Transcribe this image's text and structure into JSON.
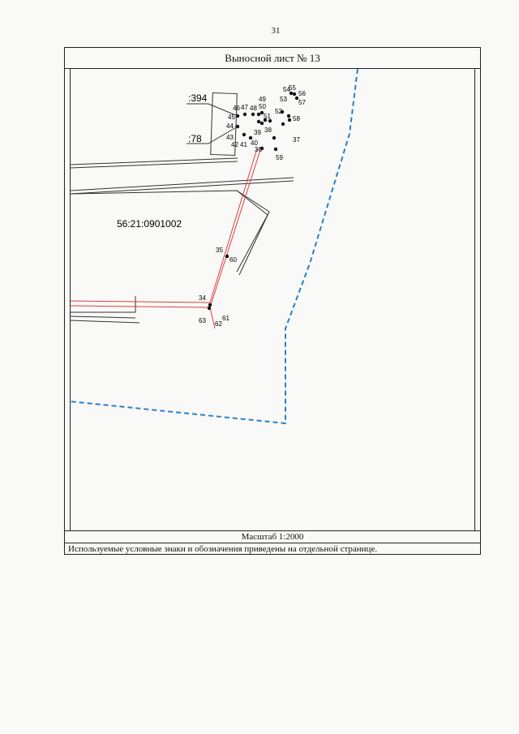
{
  "page_number": "31",
  "sheet_title": "Выносной лист № 13",
  "scale": "Масштаб 1:2000",
  "legend_note": "Используемые условные знаки и обозначения приведены на отдельной странице.",
  "map": {
    "cadastral_block": "56:21:0901002",
    "parcel_labels": [
      ":394",
      ":78"
    ],
    "point_labels": [
      "34",
      "35",
      "36",
      "37",
      "38",
      "39",
      "40",
      "41",
      "42",
      "43",
      "44",
      "45",
      "46",
      "47",
      "48",
      "49",
      "50",
      "51",
      "52",
      "53",
      "54",
      "55",
      "56",
      "57",
      "58",
      "59",
      "60",
      "61",
      "62",
      "63"
    ],
    "colors": {
      "boundary_dashed": "#2a7fc9",
      "route": "#d94040",
      "lines": "#333333"
    }
  }
}
